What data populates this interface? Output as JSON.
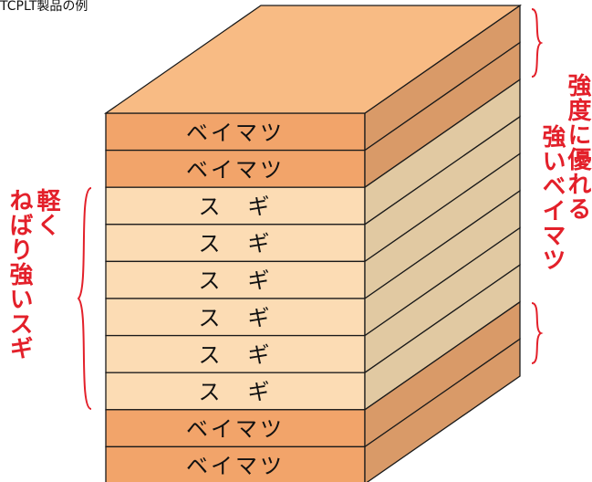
{
  "caption": "TCPLT製品の例",
  "layers": [
    {
      "species": "ベイマツ",
      "type": "strong"
    },
    {
      "species": "ベイマツ",
      "type": "strong"
    },
    {
      "species": "ス　ギ",
      "type": "light"
    },
    {
      "species": "ス　ギ",
      "type": "light"
    },
    {
      "species": "ス　ギ",
      "type": "light"
    },
    {
      "species": "ス　ギ",
      "type": "light"
    },
    {
      "species": "ス　ギ",
      "type": "light"
    },
    {
      "species": "ス　ギ",
      "type": "light"
    },
    {
      "species": "ベイマツ",
      "type": "strong"
    },
    {
      "species": "ベイマツ",
      "type": "strong"
    }
  ],
  "annotations": {
    "right_line1": "強度に優れる",
    "right_line2": "強いベイマツ",
    "left_line1": "軽く",
    "left_line2": "ねばり強いスギ"
  },
  "colors": {
    "strong_front": "#f2a46a",
    "strong_side": "#d99a68",
    "light_front": "#fcdcb4",
    "light_side": "#e1c9a2",
    "top": "#f8bb84",
    "outline": "#1a1a1a",
    "annotation_red": "#e3202a"
  }
}
